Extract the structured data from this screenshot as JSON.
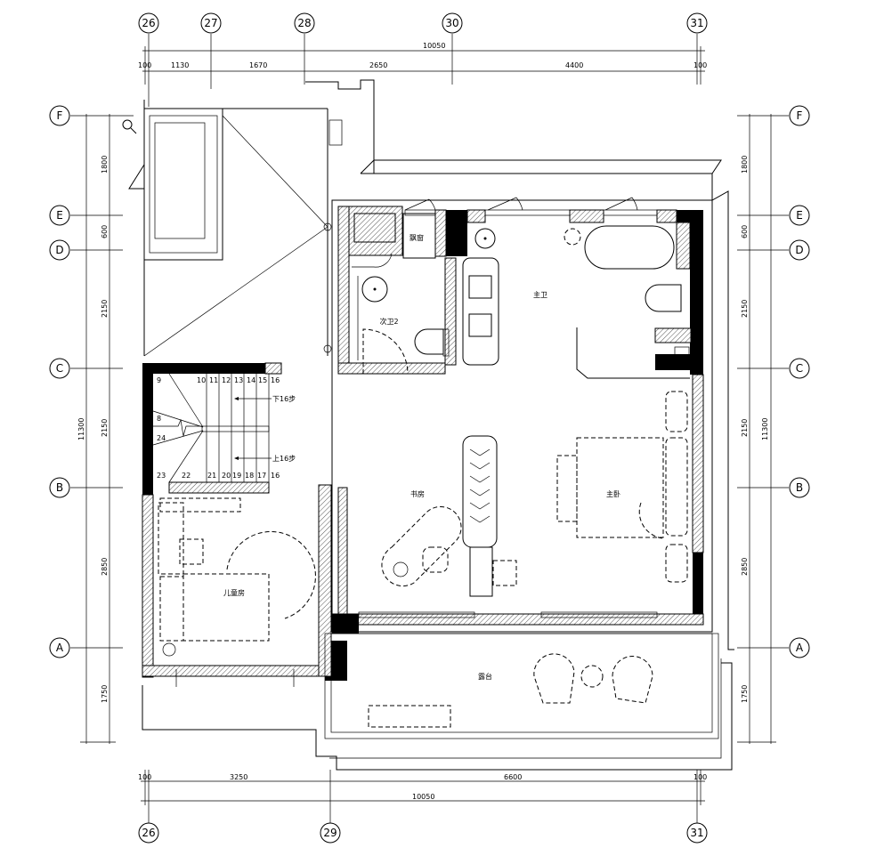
{
  "grid": {
    "top": [
      "26",
      "27",
      "28",
      "30",
      "31"
    ],
    "bottom": [
      "26",
      "29",
      "31"
    ],
    "left": [
      "F",
      "E",
      "D",
      "C",
      "B",
      "A"
    ],
    "right": [
      "F",
      "E",
      "D",
      "C",
      "B",
      "A"
    ]
  },
  "dimensions": {
    "top_total": "10050",
    "top": [
      "100",
      "1130",
      "1670",
      "2650",
      "4400",
      "100"
    ],
    "bottom_total": "10050",
    "bottom": [
      "100",
      "3250",
      "6600",
      "100"
    ],
    "left_total": "11300",
    "left": [
      "1800",
      "600",
      "2150",
      "2150",
      "2850",
      "1750"
    ],
    "right_total": "11300",
    "right": [
      "1800",
      "600",
      "2150",
      "2150",
      "2850",
      "1750"
    ]
  },
  "rooms": {
    "bay_window": "飘窗",
    "second_bath": "次卫2",
    "master_bath": "主卫",
    "study": "书房",
    "master_bedroom": "主卧",
    "kids_room": "儿童房",
    "terrace": "露台"
  },
  "stairs": {
    "down_label": "下16步",
    "up_label": "上16步",
    "top_steps": [
      "9",
      "10",
      "11",
      "12",
      "13",
      "14",
      "15",
      "16"
    ],
    "bottom_steps": [
      "23",
      "22",
      "21",
      "20",
      "19",
      "18",
      "17",
      "16"
    ],
    "side_steps": [
      "8",
      "24"
    ]
  }
}
